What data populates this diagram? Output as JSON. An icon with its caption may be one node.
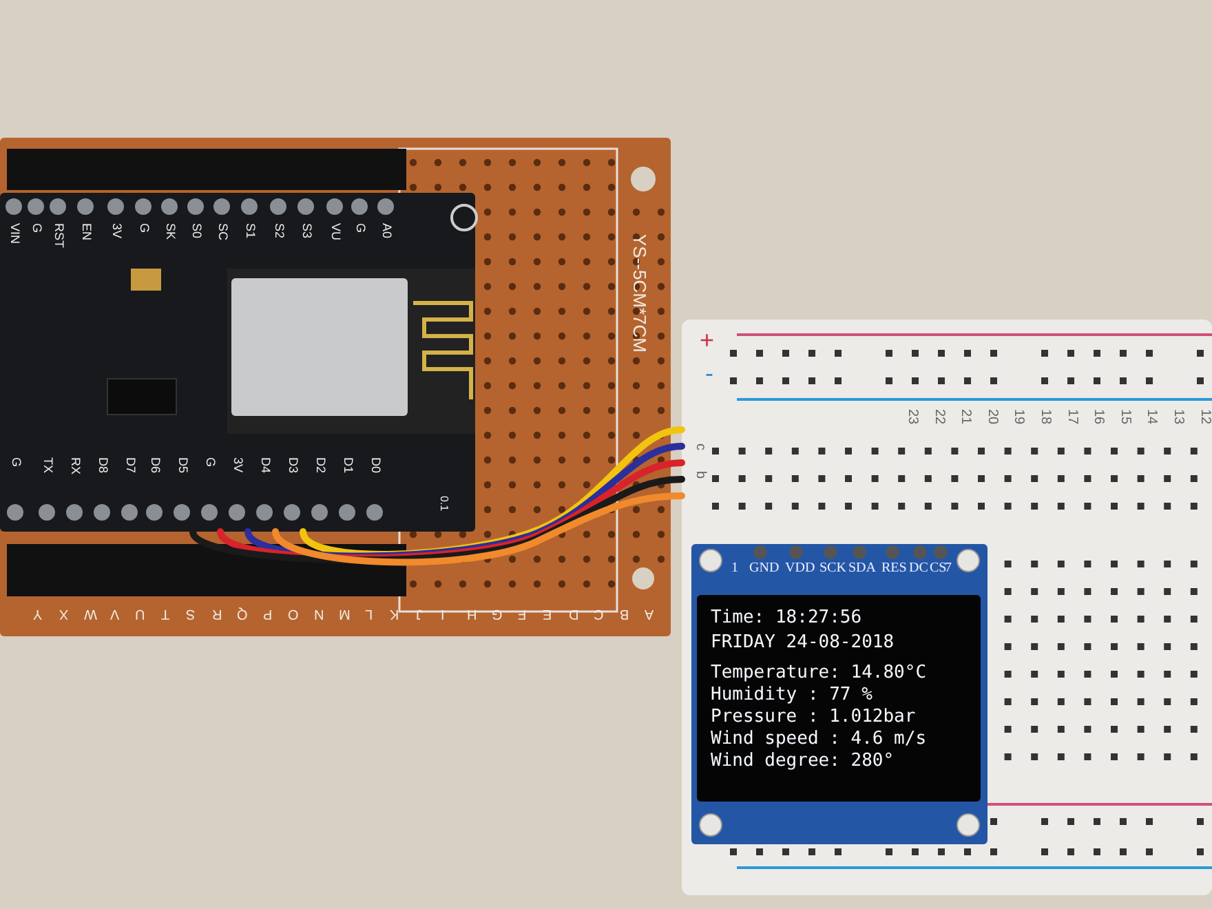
{
  "diagram": {
    "nodes": [
      {
        "text": [
          "YS--5CM*7CM",
          "Y",
          "X",
          "W",
          "V",
          "U",
          "T",
          "S",
          "R",
          "Q",
          "P",
          "O",
          "N",
          "M",
          "L",
          "K",
          "J",
          "I",
          "H",
          "G",
          "F",
          "E",
          "D",
          "C",
          "B",
          "A"
        ]
      },
      {
        "text": [
          "VIN",
          "G",
          "RST",
          "EN",
          "3V",
          "G",
          "SK",
          "S0",
          "SC",
          "S1",
          "S2",
          "S3",
          "VU",
          "G",
          "A0",
          "G",
          "TX",
          "RX",
          "D8",
          "D7",
          "D6",
          "D5",
          "G",
          "3V",
          "D4",
          "D3",
          "D2",
          "D1",
          "D0",
          "0.1"
        ],
        "in": 0
      },
      {
        "text": [
          "+",
          "-",
          "23",
          "22",
          "21",
          "20",
          "19",
          "18",
          "17",
          "16",
          "15",
          "14",
          "13",
          "12",
          "c",
          "b"
        ]
      },
      {
        "text": [
          "1",
          "GND",
          "VDD",
          "SCK",
          "SDA",
          "RES",
          "DC",
          "CS",
          "7"
        ],
        "in": 2
      },
      {
        "text": [
          "Time: 18:27:56",
          "FRIDAY 24-08-2018",
          "Temperature: 14.80°C",
          "Humidity : 77 %",
          "Pressure : 1.012bar",
          "Wind speed : 4.6 m/s",
          "Wind degree: 280°"
        ],
        "in": 3
      }
    ],
    "edges": [
      {
        "from": 1,
        "to": 2,
        "arrow": "none",
        "color": "#f2c40f"
      },
      {
        "from": 1,
        "to": 2,
        "arrow": "none",
        "color": "#2b2f9c"
      },
      {
        "from": 1,
        "to": 2,
        "arrow": "none",
        "color": "#d8232a"
      },
      {
        "from": 1,
        "to": 2,
        "arrow": "none",
        "color": "#1a1a1a"
      },
      {
        "from": 1,
        "to": 2,
        "arrow": "none",
        "color": "#f08a2c"
      }
    ]
  }
}
